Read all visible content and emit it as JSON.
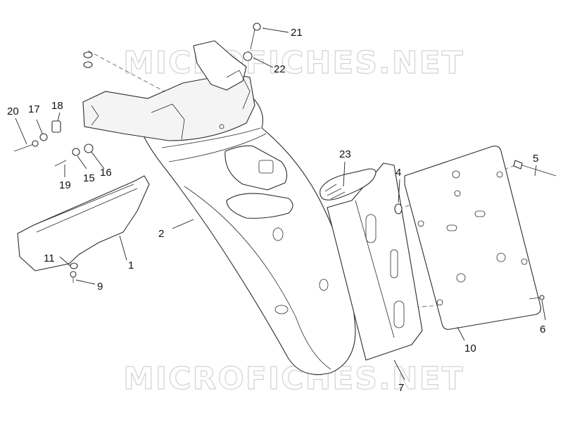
{
  "watermark": {
    "text": "MICROFICHES.NET"
  },
  "callouts": [
    {
      "id": "c1",
      "label": "1"
    },
    {
      "id": "c2",
      "label": "2"
    },
    {
      "id": "c4",
      "label": "4"
    },
    {
      "id": "c5",
      "label": "5"
    },
    {
      "id": "c6",
      "label": "6"
    },
    {
      "id": "c7",
      "label": "7"
    },
    {
      "id": "c9",
      "label": "9"
    },
    {
      "id": "c10",
      "label": "10"
    },
    {
      "id": "c11",
      "label": "11"
    },
    {
      "id": "c15",
      "label": "15"
    },
    {
      "id": "c16",
      "label": "16"
    },
    {
      "id": "c17",
      "label": "17"
    },
    {
      "id": "c18",
      "label": "18"
    },
    {
      "id": "c19",
      "label": "19"
    },
    {
      "id": "c20",
      "label": "20"
    },
    {
      "id": "c21",
      "label": "21"
    },
    {
      "id": "c22",
      "label": "22"
    },
    {
      "id": "c23",
      "label": "23"
    }
  ]
}
